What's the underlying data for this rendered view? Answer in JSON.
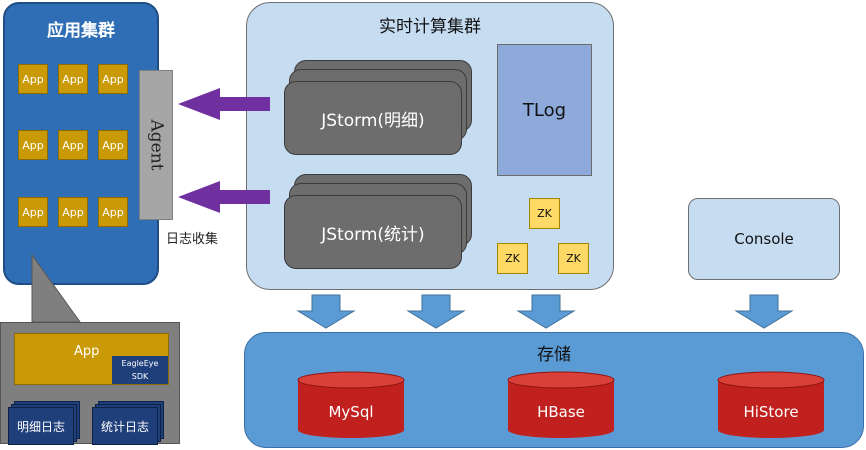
{
  "app_cluster": {
    "title": "应用集群",
    "apps": [
      "App",
      "App",
      "App",
      "App",
      "App",
      "App",
      "App",
      "App",
      "App"
    ],
    "agent_label": "Agent",
    "collect_label": "日志收集"
  },
  "sdk_detail": {
    "app_label": "App",
    "sdk_line1": "EagleEye",
    "sdk_line2": "SDK",
    "log_detail": "明细日志",
    "log_stats": "统计日志"
  },
  "realtime_cluster": {
    "title": "实时计算集群",
    "jstorm_detail": "JStorm(明细)",
    "jstorm_stats": "JStorm(统计)",
    "tlog": "TLog",
    "zk_labels": [
      "ZK",
      "ZK",
      "ZK"
    ]
  },
  "console": {
    "label": "Console"
  },
  "storage": {
    "title": "存储",
    "databases": [
      "MySql",
      "HBase",
      "HiStore"
    ]
  },
  "colors": {
    "app_cluster_bg": "#2f6eb5",
    "app_box": "#c99a06",
    "realtime_bg": "#c6dcf1",
    "jstorm": "#6d6d6d",
    "tlog": "#8eaadb",
    "zk": "#ffd966",
    "storage_bg": "#5b9bd5",
    "db_red": "#c0211f",
    "arrow_purple": "#7030a0",
    "arrow_blue": "#5b9bd5"
  }
}
